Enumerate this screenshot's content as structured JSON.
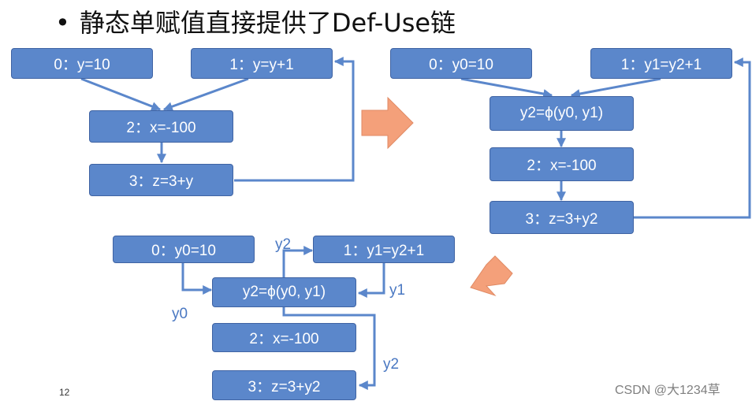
{
  "title": {
    "bullet": "•",
    "text": "静态单赋值直接提供了Def-Use链"
  },
  "colors": {
    "box_fill": "#5b87cb",
    "box_border": "#3f63a3",
    "edge": "#5b87cb",
    "label": "#4a78c2",
    "arrow_fill": "#f4a07a"
  },
  "diagram1": {
    "n0": "0：y=10",
    "n1": "1：y=y+1",
    "n2": "2：x=-100",
    "n3": "3：z=3+y"
  },
  "diagram2": {
    "n0": "0：y0=10",
    "n1": "1：y1=y2+1",
    "phi": "y2=ϕ(y0, y1)",
    "n2": "2：x=-100",
    "n3": "3：z=3+y2"
  },
  "diagram3": {
    "n0": "0：y0=10",
    "n1": "1：y1=y2+1",
    "phi": "y2=ϕ(y0, y1)",
    "n2": "2：x=-100",
    "n3": "3：z=3+y2",
    "label_y0": "y0",
    "label_y1": "y1",
    "label_y2_top": "y2",
    "label_y2_bottom": "y2"
  },
  "page_number": "12",
  "watermark": "CSDN @大1234草"
}
